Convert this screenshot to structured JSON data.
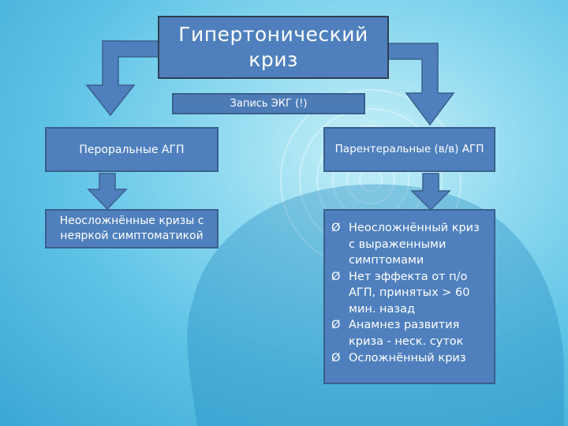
{
  "diagram": {
    "root": {
      "label": "Гипертонический криз"
    },
    "ecg_note": {
      "label": "Запись ЭКГ (!)"
    },
    "branches": [
      {
        "label": "Пероральные АГП",
        "child": {
          "label": "Неосложнённые кризы с неяркой симптоматикой"
        }
      },
      {
        "label": "Парентеральные (в/в) АГП",
        "child": {
          "bullet_glyph": "Ø",
          "items": [
            "Неосложнённый криз с выраженными симптомами",
            "Нет эффекта от п/о АГП, принятых > 60 мин. назад",
            "Анамнез развития криза - неск. суток",
            "Осложнённый криз"
          ]
        }
      }
    ]
  },
  "colors": {
    "box_fill": "#4f80bd",
    "box_border": "#3a5f8d",
    "arrow_fill": "#4f80bd",
    "text": "#ffffff"
  }
}
